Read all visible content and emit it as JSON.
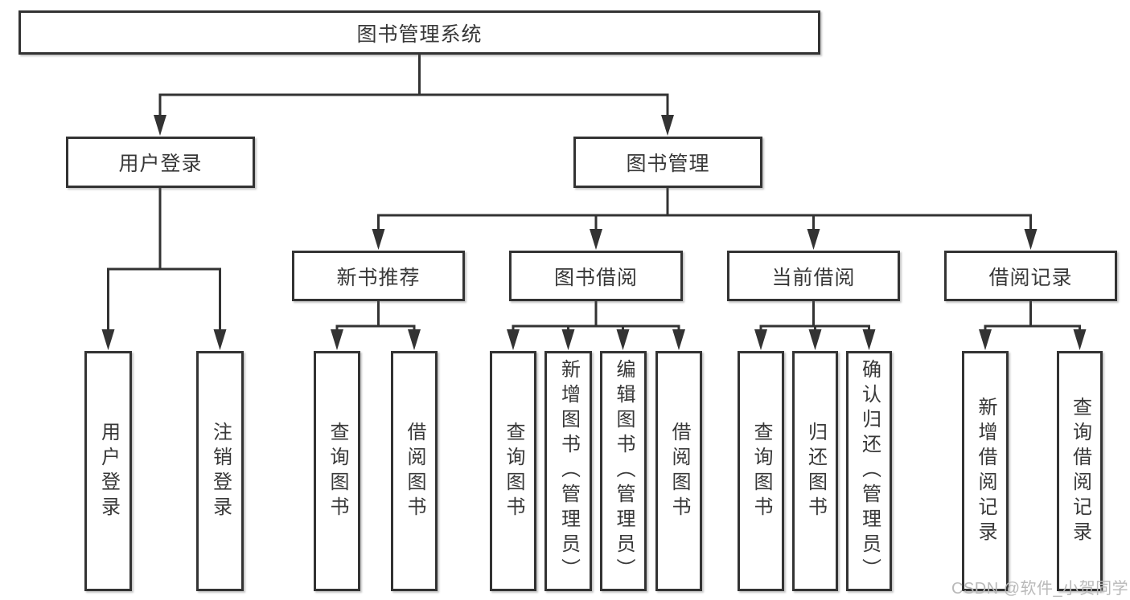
{
  "diagram": {
    "title": "图书管理系统",
    "nodes": {
      "root": "图书管理系统",
      "level2": [
        "用户登录",
        "图书管理"
      ],
      "level3": [
        "新书推荐",
        "图书借阅",
        "当前借阅",
        "借阅记录"
      ],
      "leaves_user_login": [
        "用户登录",
        "注销登录"
      ],
      "leaves_new_book": [
        "查询图书",
        "借阅图书"
      ],
      "leaves_book_borrow": [
        "查询图书",
        "新增图书（管理员）",
        "编辑图书（管理员）",
        "借阅图书"
      ],
      "leaves_current_borrow": [
        "查询图书",
        "归还图书",
        "确认归还（管理员）"
      ],
      "leaves_borrow_record": [
        "新增借阅记录",
        "查询借阅记录"
      ]
    },
    "colors": {
      "line": "#333333",
      "text": "#383838",
      "box_background": "#ffffff",
      "watermark": "#b9b9b9"
    },
    "watermark": "CSDN @软件_小贺同学"
  }
}
